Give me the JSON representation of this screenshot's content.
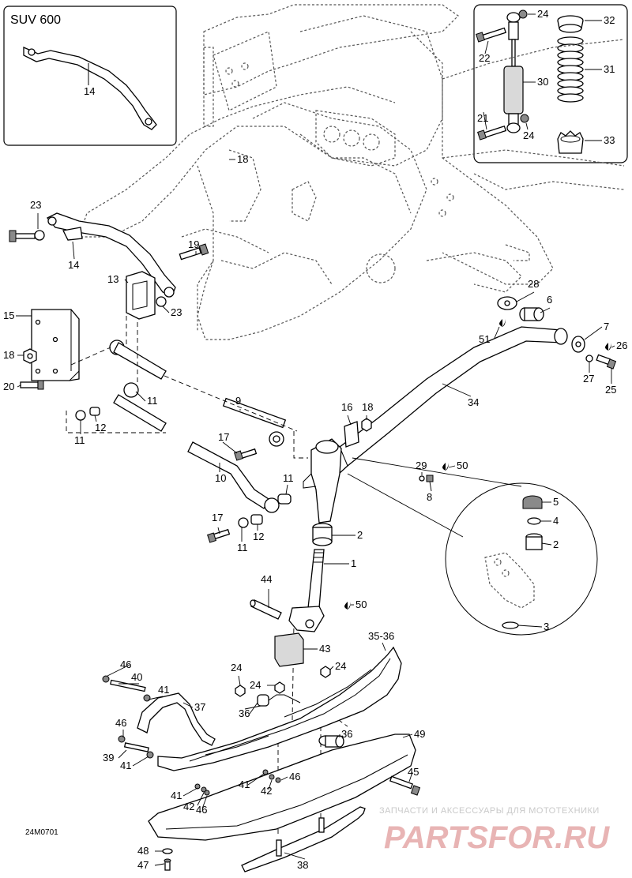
{
  "diagram": {
    "inset_title": "SUV 600",
    "drawing_code": "24M0701",
    "callouts": [
      {
        "id": "c-14a",
        "label": "14"
      },
      {
        "id": "c-24-top",
        "label": "24"
      },
      {
        "id": "c-32",
        "label": "32"
      },
      {
        "id": "c-22",
        "label": "22"
      },
      {
        "id": "c-31",
        "label": "31"
      },
      {
        "id": "c-30",
        "label": "30"
      },
      {
        "id": "c-21",
        "label": "21"
      },
      {
        "id": "c-24-mid",
        "label": "24"
      },
      {
        "id": "c-33",
        "label": "33"
      },
      {
        "id": "c-18a",
        "label": "18"
      },
      {
        "id": "c-23a",
        "label": "23"
      },
      {
        "id": "c-14b",
        "label": "14"
      },
      {
        "id": "c-19",
        "label": "19"
      },
      {
        "id": "c-13",
        "label": "13"
      },
      {
        "id": "c-23b",
        "label": "23"
      },
      {
        "id": "c-15",
        "label": "15"
      },
      {
        "id": "c-18b",
        "label": "18"
      },
      {
        "id": "c-20",
        "label": "20"
      },
      {
        "id": "c-28",
        "label": "28"
      },
      {
        "id": "c-6",
        "label": "6"
      },
      {
        "id": "c-7",
        "label": "7"
      },
      {
        "id": "c-51",
        "label": "51"
      },
      {
        "id": "c-26",
        "label": "26"
      },
      {
        "id": "c-27",
        "label": "27"
      },
      {
        "id": "c-25",
        "label": "25"
      },
      {
        "id": "c-11a",
        "label": "11"
      },
      {
        "id": "c-9",
        "label": "9"
      },
      {
        "id": "c-34",
        "label": "34"
      },
      {
        "id": "c-11b",
        "label": "11"
      },
      {
        "id": "c-12a",
        "label": "12"
      },
      {
        "id": "c-16",
        "label": "16"
      },
      {
        "id": "c-18c",
        "label": "18"
      },
      {
        "id": "c-17a",
        "label": "17"
      },
      {
        "id": "c-10",
        "label": "10"
      },
      {
        "id": "c-29",
        "label": "29"
      },
      {
        "id": "c-50a",
        "label": "50"
      },
      {
        "id": "c-8",
        "label": "8"
      },
      {
        "id": "c-11c",
        "label": "11"
      },
      {
        "id": "c-5",
        "label": "5"
      },
      {
        "id": "c-4",
        "label": "4"
      },
      {
        "id": "c-17b",
        "label": "17"
      },
      {
        "id": "c-2a",
        "label": "2"
      },
      {
        "id": "c-12b",
        "label": "12"
      },
      {
        "id": "c-11d",
        "label": "11"
      },
      {
        "id": "c-2b",
        "label": "2"
      },
      {
        "id": "c-1",
        "label": "1"
      },
      {
        "id": "c-44",
        "label": "44"
      },
      {
        "id": "c-50b",
        "label": "50"
      },
      {
        "id": "c-3",
        "label": "3"
      },
      {
        "id": "c-35-36",
        "label": "35-36"
      },
      {
        "id": "c-43",
        "label": "43"
      },
      {
        "id": "c-46a",
        "label": "46"
      },
      {
        "id": "c-40",
        "label": "40"
      },
      {
        "id": "c-24a",
        "label": "24"
      },
      {
        "id": "c-24b",
        "label": "24"
      },
      {
        "id": "c-24c",
        "label": "24"
      },
      {
        "id": "c-41a",
        "label": "41"
      },
      {
        "id": "c-37",
        "label": "37"
      },
      {
        "id": "c-36a",
        "label": "36"
      },
      {
        "id": "c-46b",
        "label": "46"
      },
      {
        "id": "c-36b",
        "label": "36"
      },
      {
        "id": "c-49",
        "label": "49"
      },
      {
        "id": "c-39",
        "label": "39"
      },
      {
        "id": "c-41b",
        "label": "41"
      },
      {
        "id": "c-45",
        "label": "45"
      },
      {
        "id": "c-46c",
        "label": "46"
      },
      {
        "id": "c-41c",
        "label": "41"
      },
      {
        "id": "c-42a",
        "label": "42"
      },
      {
        "id": "c-41d",
        "label": "41"
      },
      {
        "id": "c-42b",
        "label": "42"
      },
      {
        "id": "c-46d",
        "label": "46"
      },
      {
        "id": "c-48",
        "label": "48"
      },
      {
        "id": "c-47",
        "label": "47"
      },
      {
        "id": "c-38",
        "label": "38"
      }
    ]
  },
  "watermark": {
    "tagline": "ЗАПЧАСТИ И АКСЕССУАРЫ ДЛЯ МОТОТЕХНИКИ",
    "logo": "PARTSFOR.RU"
  }
}
